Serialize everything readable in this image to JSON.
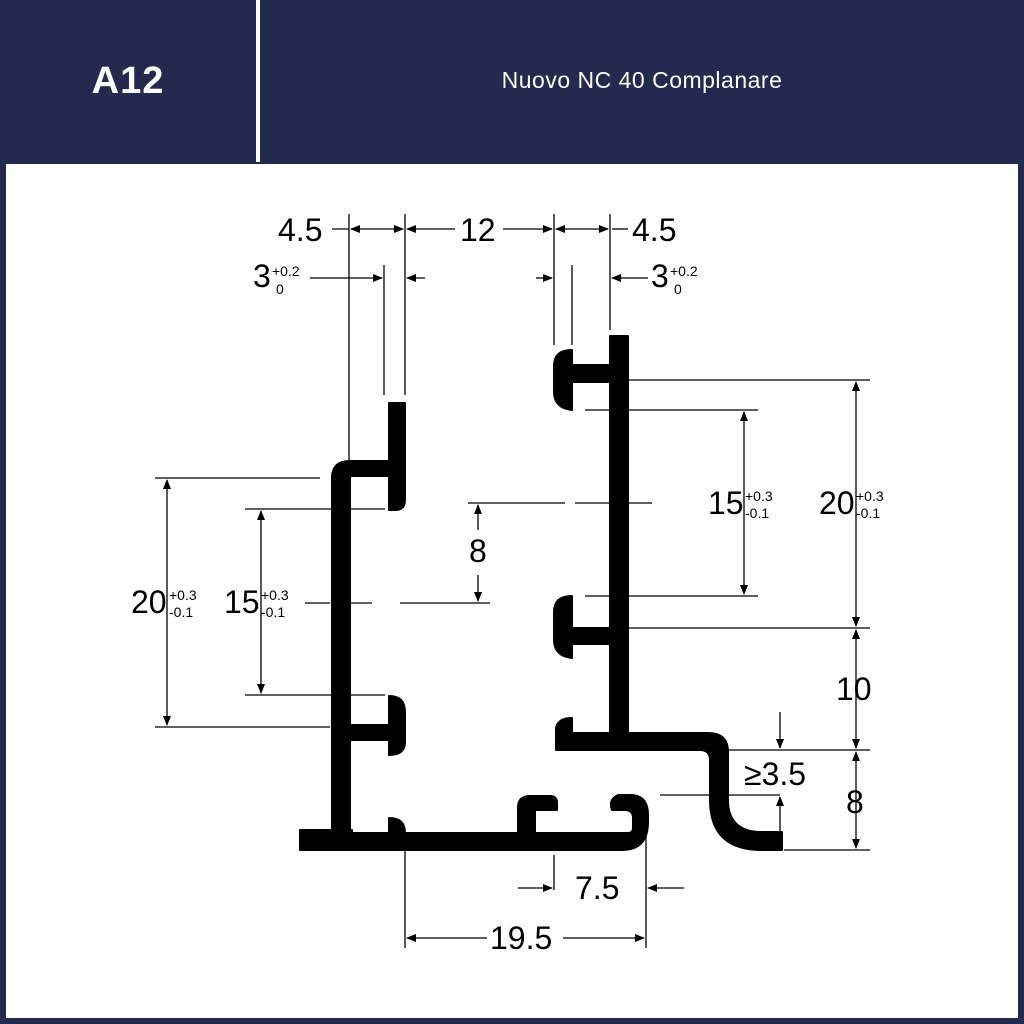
{
  "header": {
    "code": "A12",
    "title": "Nuovo NC 40 Complanare"
  },
  "colors": {
    "header_bg": "#232a4e",
    "panel_bg": "#ffffff",
    "ink": "#000000"
  },
  "dimensions": {
    "left_lip_width": "4.5",
    "top_gap": "12",
    "right_lip_width": "4.5",
    "left_slot": {
      "base": "3",
      "sup": "+0.2",
      "sub": "0"
    },
    "right_slot": {
      "base": "3",
      "sup": "+0.2",
      "sub": "0"
    },
    "left_outer": {
      "base": "20",
      "sup": "+0.3",
      "sub": "-0.1"
    },
    "left_inner": {
      "base": "15",
      "sup": "+0.3",
      "sub": "-0.1"
    },
    "center_offset": "8",
    "right_inner": {
      "base": "15",
      "sup": "+0.3",
      "sub": "-0.1"
    },
    "right_outer": {
      "base": "20",
      "sup": "+0.3",
      "sub": "-0.1"
    },
    "right_step": "10",
    "hook_gap": "≥3.5",
    "hook_height": "8",
    "bottom_slot": "7.5",
    "bottom_width": "19.5"
  }
}
